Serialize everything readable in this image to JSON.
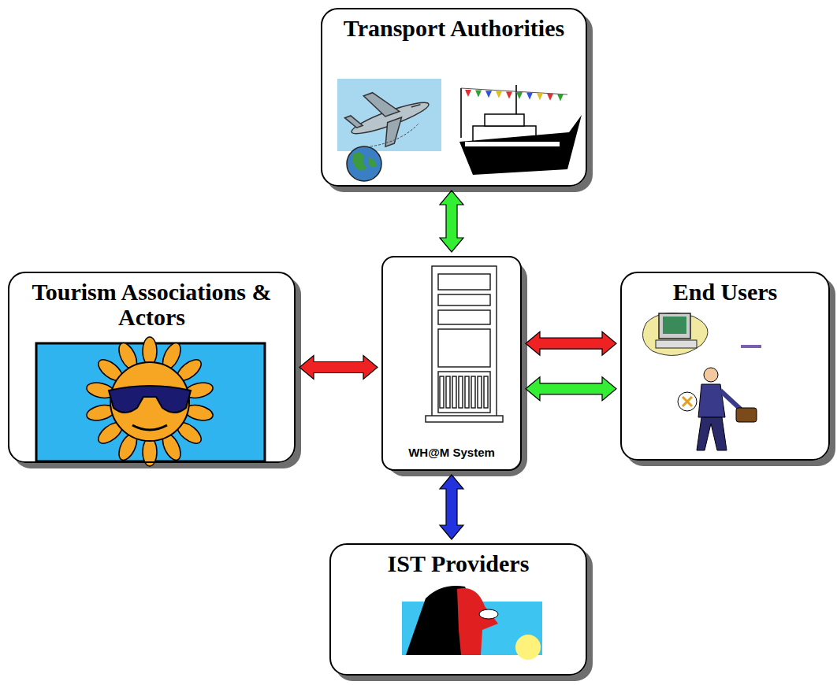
{
  "diagram": {
    "nodes": [
      {
        "text": [
          "Transport Authorities"
        ]
      },
      {
        "text": [
          "Tourism Associations & Actors"
        ]
      },
      {
        "text": [
          "WH@M System"
        ]
      },
      {
        "text": [
          "End Users"
        ]
      },
      {
        "text": [
          "IST Providers"
        ]
      }
    ],
    "edges": [
      {
        "from": 0,
        "to": 2,
        "arrow": "both"
      },
      {
        "from": 1,
        "to": 2,
        "arrow": "both"
      },
      {
        "from": 2,
        "to": 3,
        "arrow": "both"
      },
      {
        "from": 2,
        "to": 3,
        "arrow": "both"
      },
      {
        "from": 2,
        "to": 4,
        "arrow": "both"
      }
    ]
  }
}
